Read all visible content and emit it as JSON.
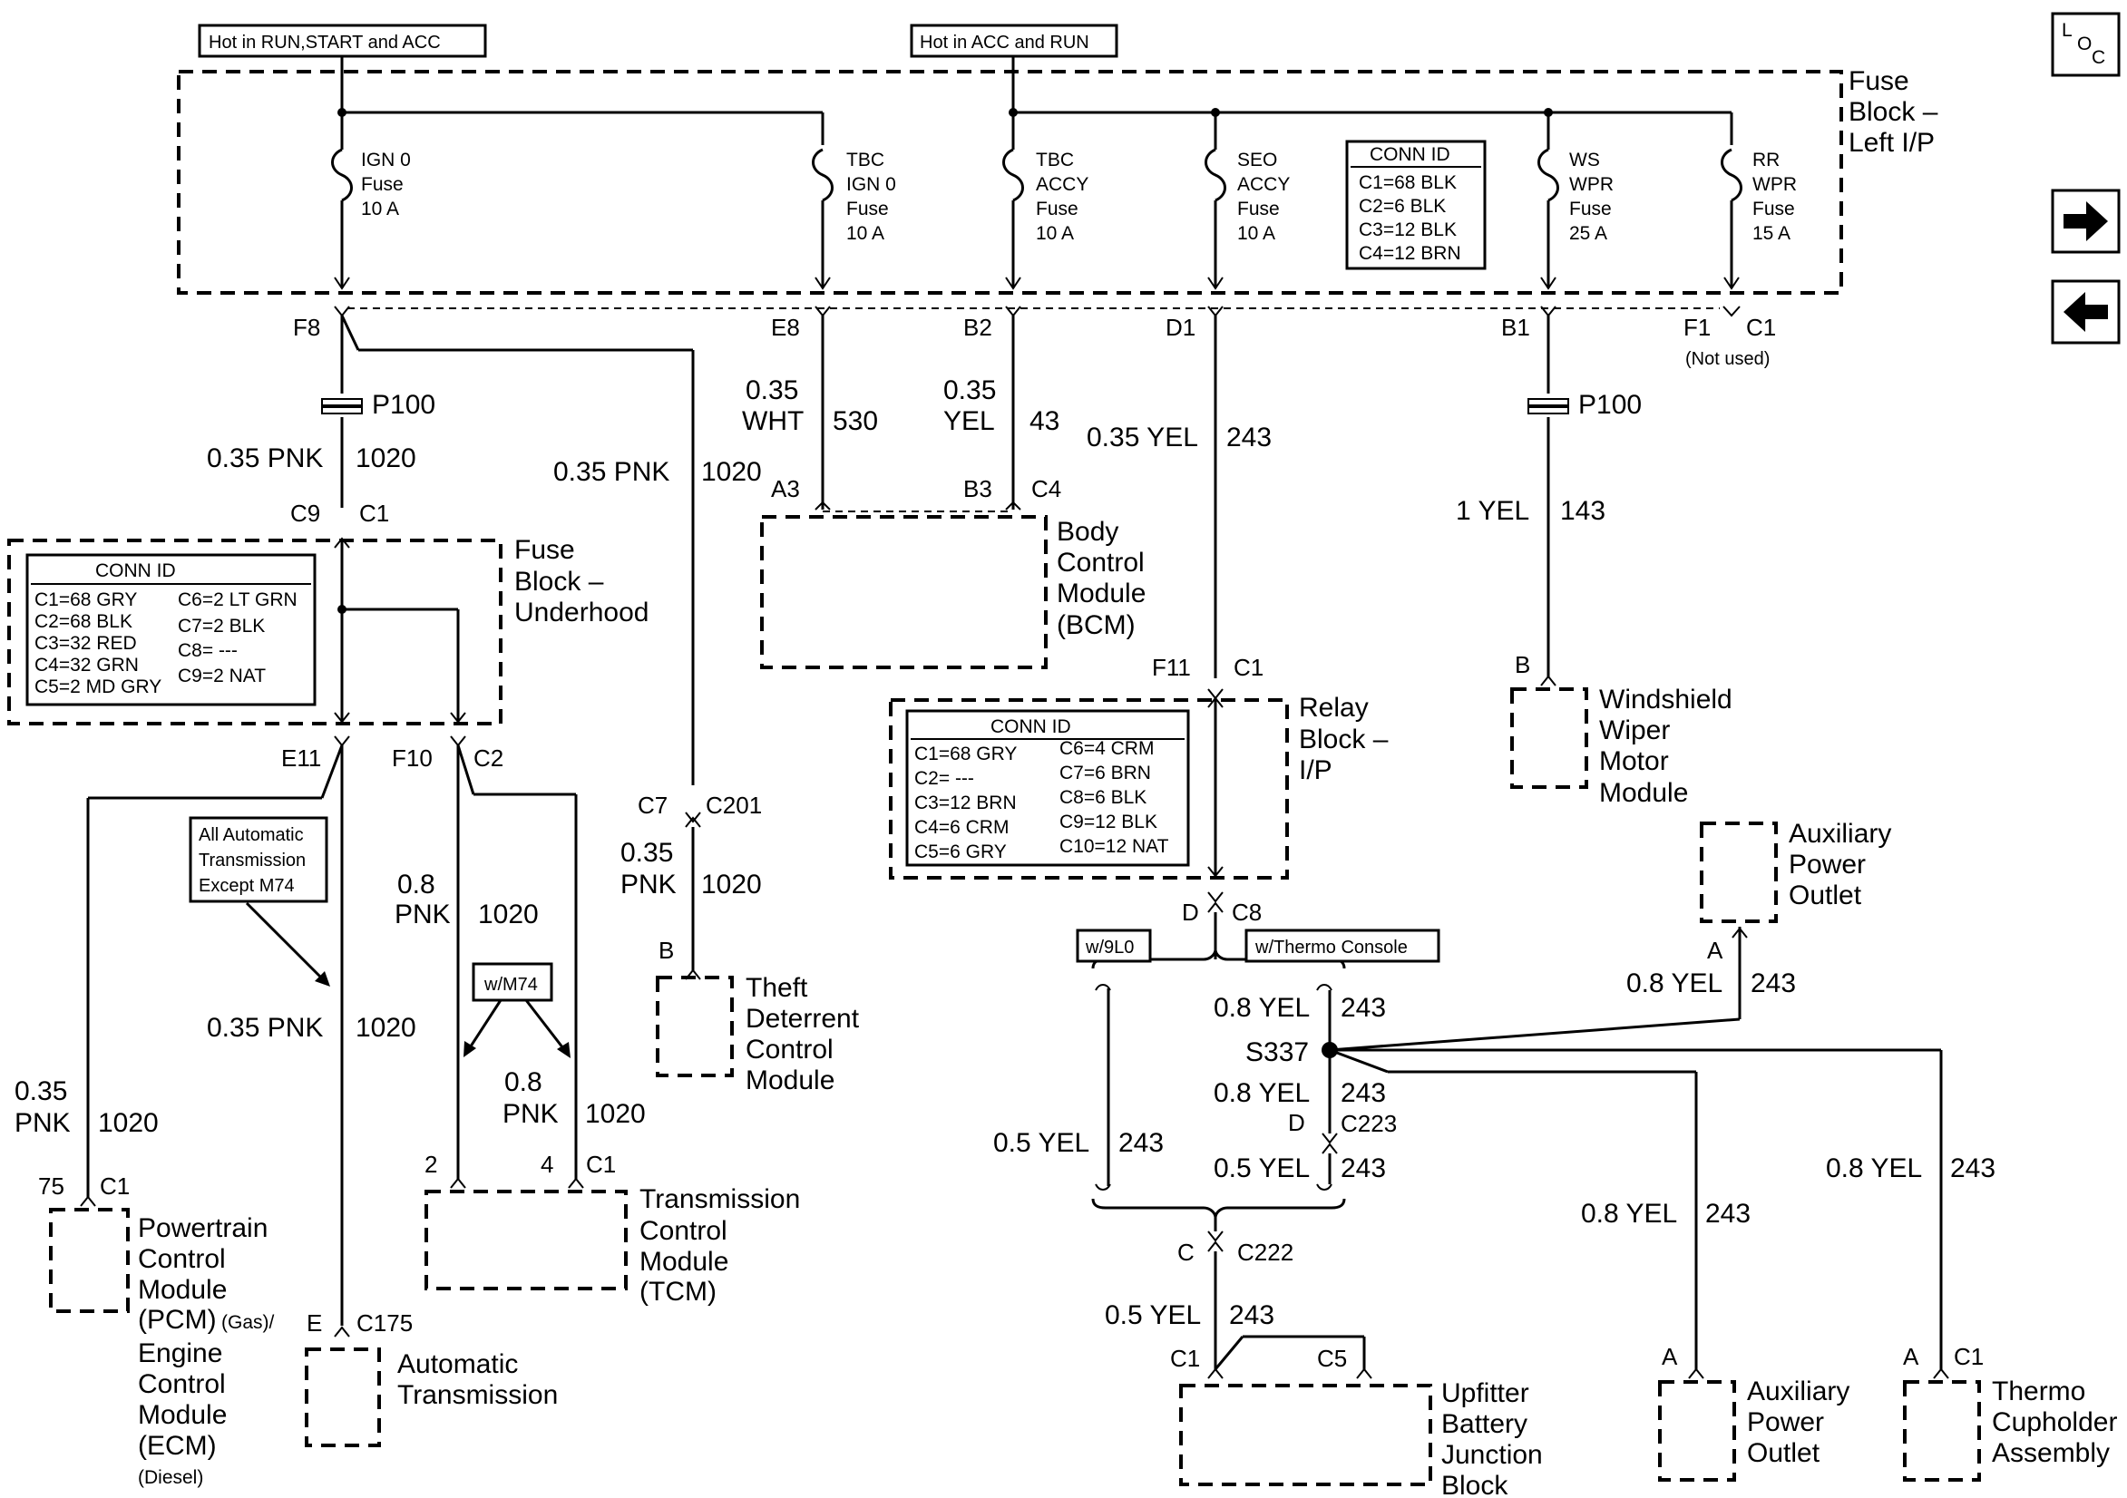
{
  "headers": {
    "hot_run_start_acc": "Hot in RUN,START and ACC",
    "hot_acc_run": "Hot in ACC and RUN"
  },
  "loc": {
    "l": "L",
    "o": "O",
    "c": "C"
  },
  "nav": {
    "next_icon": "right-arrow-icon",
    "prev_icon": "left-arrow-icon"
  },
  "fuse_block_lip": {
    "label": [
      "Fuse",
      "Block –",
      "Left I/P"
    ],
    "fuses": [
      [
        "IGN 0",
        "Fuse",
        "10 A"
      ],
      [
        "TBC",
        "IGN 0",
        "Fuse",
        "10 A"
      ],
      [
        "TBC",
        "ACCY",
        "Fuse",
        "10 A"
      ],
      [
        "SEO",
        "ACCY",
        "Fuse",
        "10 A"
      ],
      [
        "WS",
        "WPR",
        "Fuse",
        "25 A"
      ],
      [
        "RR",
        "WPR",
        "Fuse",
        "15 A"
      ]
    ],
    "conn_id": {
      "title": "CONN ID",
      "lines": [
        "C1=68 BLK",
        "C2=6 BLK",
        "C3=12 BLK",
        "C4=12 BRN"
      ]
    },
    "terminals": {
      "f8": "F8",
      "e8": "E8",
      "b2": "B2",
      "d1": "D1",
      "b1": "B1",
      "f1": "F1",
      "c1": "C1",
      "not_used": "(Not used)"
    }
  },
  "wires": {
    "w_f8_size": "0.35 PNK",
    "w_f8_ckt": "1020",
    "p100_left": "P100",
    "w_c201_a_size": "0.35 PNK",
    "w_c201_a_ckt": "1020",
    "w_e8_size1": "0.35",
    "w_e8_size2": "WHT",
    "w_e8_ckt": "530",
    "w_b2_size1": "0.35",
    "w_b2_size2": "YEL",
    "w_b2_ckt": "43",
    "w_d1_size": "0.35 YEL",
    "w_d1_ckt": "243",
    "p100_right": "P100",
    "w_b1_size": "1 YEL",
    "w_b1_ckt": "143",
    "c9": "C9",
    "c1_uh": "C1",
    "c7": "C7",
    "c201": "C201",
    "w_c201_b_size1": "0.35",
    "w_c201_b_size2": "PNK",
    "w_c201_b_ckt": "1020",
    "tdcm_pin": "B",
    "e11": "E11",
    "f10": "F10",
    "c2": "C2",
    "w_f10_size1": "0.8",
    "w_f10_size2": "PNK",
    "w_f10_ckt": "1020",
    "w_e11_size": "0.35 PNK",
    "w_e11_ckt": "1020",
    "w_pcm_size1": "0.35",
    "w_pcm_size2": "PNK",
    "w_pcm_ckt": "1020",
    "w_m74_size1": "0.8",
    "w_m74_size2": "PNK",
    "w_m74_ckt": "1020",
    "pcm_pin": "75",
    "pcm_conn": "C1",
    "tcm_pin2": "2",
    "tcm_pin4": "4",
    "tcm_conn": "C1",
    "at_pin": "E",
    "at_conn": "C175",
    "a3": "A3",
    "b3": "B3",
    "c4": "C4",
    "f11": "F11",
    "c1_relay": "C1",
    "d_c8": "D",
    "c8": "C8",
    "w_9l0_size": "0.5 YEL",
    "w_9l0_ckt": "243",
    "w_thermo_size": "0.8 YEL",
    "w_thermo_ckt": "243",
    "s337": "S337",
    "w_c223_size": "0.8 YEL",
    "w_c223_ckt": "243",
    "c223_pin": "D",
    "c223": "C223",
    "w_c223b_size": "0.5 YEL",
    "w_c223b_ckt": "243",
    "c222_pin": "C",
    "c222": "C222",
    "w_c222_size": "0.5 YEL",
    "w_c222_ckt": "243",
    "ubjb_c1": "C1",
    "ubjb_c5": "C5",
    "wiper_pin": "B",
    "apo_top_pin": "A",
    "w_apo_top_size": "0.8 YEL",
    "w_apo_top_ckt": "243",
    "w_apo_bot_size": "0.8 YEL",
    "w_apo_bot_ckt": "243",
    "w_thermo2_size": "0.8 YEL",
    "w_thermo2_ckt": "243",
    "apo_bot_pin": "A",
    "thermo_pin": "A",
    "thermo_conn": "C1"
  },
  "fuse_block_uh": {
    "label": [
      "Fuse",
      "Block –",
      "Underhood"
    ],
    "conn_id": {
      "title": "CONN ID",
      "col1": [
        "C1=68 GRY",
        "C2=68 BLK",
        "C3=32 RED",
        "C4=32 GRN",
        "C5=2 MD GRY"
      ],
      "col2": [
        "C6=2 LT GRN",
        "C7=2 BLK",
        "C8= ---",
        "C9=2 NAT"
      ]
    }
  },
  "relay_block": {
    "label": [
      "Relay",
      "Block –",
      "I/P"
    ],
    "conn_id": {
      "title": "CONN ID",
      "col1": [
        "C1=68 GRY",
        "C2= ---",
        "C3=12 BRN",
        "C4=6 CRM",
        "C5=6 GRY"
      ],
      "col2": [
        "C6=4 CRM",
        "C7=6 BRN",
        "C8=6 BLK",
        "C9=12 BLK",
        "C10=12 NAT"
      ]
    }
  },
  "notes": {
    "all_auto": [
      "All Automatic",
      "Transmission",
      "Except M74"
    ],
    "w_m74": "w/M74",
    "w_9l0": "w/9L0",
    "w_thermo": "w/Thermo Console"
  },
  "components": {
    "bcm": [
      "Body",
      "Control",
      "Module",
      "(BCM)"
    ],
    "tdcm": [
      "Theft",
      "Deterrent",
      "Control",
      "Module"
    ],
    "wiper": [
      "Windshield",
      "Wiper",
      "Motor",
      "Module"
    ],
    "apo_top": [
      "Auxiliary",
      "Power",
      "Outlet"
    ],
    "pcm": [
      "Powertrain",
      "Control",
      "Module",
      "(PCM)",
      "(Gas)/",
      "Engine",
      "Control",
      "Module",
      "(ECM)",
      "(Diesel)"
    ],
    "tcm": [
      "Transmission",
      "Control",
      "Module",
      "(TCM)"
    ],
    "at": [
      "Automatic",
      "Transmission"
    ],
    "ubjb": [
      "Upfitter",
      "Battery",
      "Junction",
      "Block"
    ],
    "apo_bot": [
      "Auxiliary",
      "Power",
      "Outlet"
    ],
    "thermo": [
      "Thermo",
      "Cupholder",
      "Assembly"
    ]
  }
}
